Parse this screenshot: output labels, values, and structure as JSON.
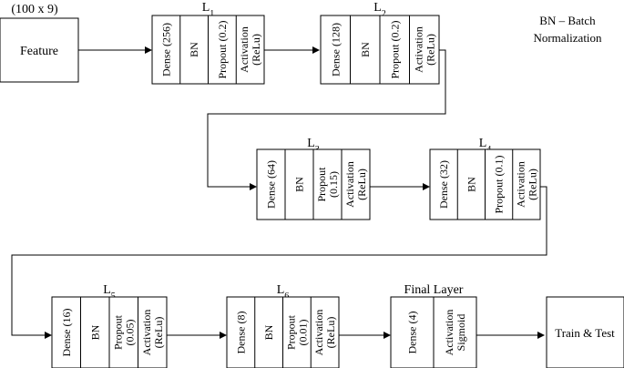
{
  "input": {
    "shape": "(100 x 9)",
    "label": "Feature"
  },
  "legend": {
    "line1": "BN – Batch",
    "line2": "Normalization"
  },
  "layers": [
    {
      "title": "L",
      "sub": "1",
      "cells": [
        [
          "Dense (256)"
        ],
        [
          "BN"
        ],
        [
          "Propout (0.2)"
        ],
        [
          "Activation",
          "(ReLu)"
        ]
      ]
    },
    {
      "title": "L",
      "sub": "2",
      "cells": [
        [
          "Dense (128)"
        ],
        [
          "BN"
        ],
        [
          "Propout (0.2)"
        ],
        [
          "Activation",
          "(ReLu)"
        ]
      ]
    },
    {
      "title": "L",
      "sub": "3",
      "cells": [
        [
          "Dense (64)"
        ],
        [
          "BN"
        ],
        [
          "Propout",
          "(0.15)"
        ],
        [
          "Activation",
          "(ReLu)"
        ]
      ]
    },
    {
      "title": "L",
      "sub": "4",
      "cells": [
        [
          "Dense (32)"
        ],
        [
          "BN"
        ],
        [
          "Propout (0.1)"
        ],
        [
          "Activation",
          "(ReLu)"
        ]
      ]
    },
    {
      "title": "L",
      "sub": "5",
      "cells": [
        [
          "Dense (16)"
        ],
        [
          "BN"
        ],
        [
          "Propout",
          "(0.05)"
        ],
        [
          "Activation",
          "(ReLu)"
        ]
      ]
    },
    {
      "title": "L",
      "sub": "6",
      "cells": [
        [
          "Dense (8)"
        ],
        [
          "BN"
        ],
        [
          "Propout",
          "(0.01)"
        ],
        [
          "Activation",
          "(ReLu)"
        ]
      ]
    },
    {
      "title": "Final Layer",
      "sub": "",
      "cells": [
        [
          "Dense (4)"
        ],
        [
          "Activation",
          "Sigmoid"
        ]
      ]
    }
  ],
  "output": {
    "label": "Train & Test"
  }
}
